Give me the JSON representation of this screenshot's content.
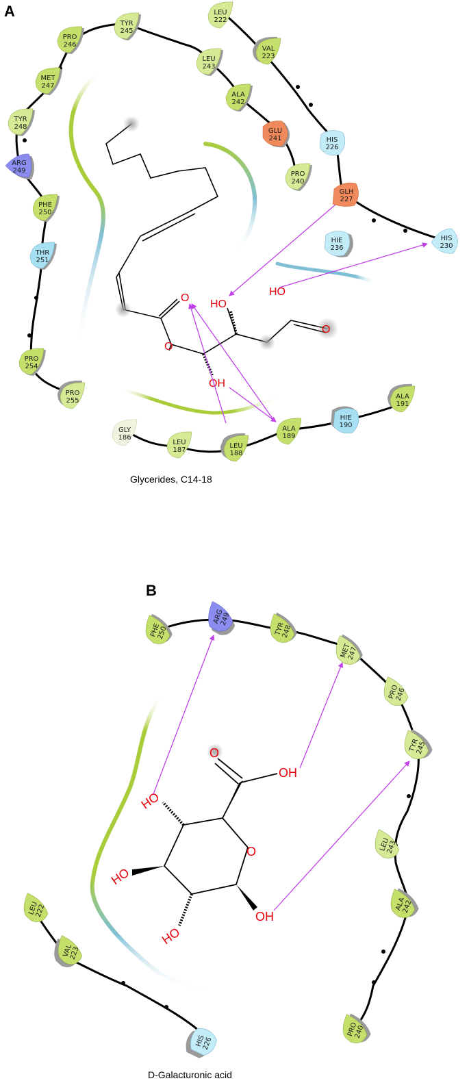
{
  "panels": [
    {
      "letter": "A",
      "caption": "Glycerides, C14-18",
      "residues": [
        {
          "name": "PRO",
          "num": "246",
          "color": "#c5e06a"
        },
        {
          "name": "TYR",
          "num": "245",
          "color": "#d6ea96"
        },
        {
          "name": "LEU",
          "num": "243",
          "color": "#d6ea96"
        },
        {
          "name": "MET",
          "num": "247",
          "color": "#c5e06a"
        },
        {
          "name": "ALA",
          "num": "242",
          "color": "#c5e06a"
        },
        {
          "name": "TYR",
          "num": "248",
          "color": "#d6ea96"
        },
        {
          "name": "ARG",
          "num": "249",
          "color": "#8a8cf0"
        },
        {
          "name": "PHE",
          "num": "250",
          "color": "#c5e06a"
        },
        {
          "name": "THR",
          "num": "251",
          "color": "#a6e0f2"
        },
        {
          "name": "PRO",
          "num": "254",
          "color": "#c5e06a"
        },
        {
          "name": "PRO",
          "num": "255",
          "color": "#d6ea96"
        },
        {
          "name": "LEU",
          "num": "222",
          "color": "#d6ea96"
        },
        {
          "name": "VAL",
          "num": "223",
          "color": "#c5e06a"
        },
        {
          "name": "GLU",
          "num": "241",
          "color": "#f08a5c"
        },
        {
          "name": "HIS",
          "num": "226",
          "color": "#c2ecf8"
        },
        {
          "name": "PRO",
          "num": "240",
          "color": "#d6ea96"
        },
        {
          "name": "GLH",
          "num": "227",
          "color": "#f08a5c"
        },
        {
          "name": "HIE",
          "num": "236",
          "color": "#c2ecf8"
        },
        {
          "name": "HIS",
          "num": "230",
          "color": "#c2ecf8"
        },
        {
          "name": "GLY",
          "num": "186",
          "color": "#f1f3df"
        },
        {
          "name": "LEU",
          "num": "187",
          "color": "#d6ea96"
        },
        {
          "name": "LEU",
          "num": "188",
          "color": "#c5e06a"
        },
        {
          "name": "ALA",
          "num": "189",
          "color": "#c5e06a"
        },
        {
          "name": "HIE",
          "num": "190",
          "color": "#a6e0f2"
        },
        {
          "name": "ALA",
          "num": "191",
          "color": "#c5e06a"
        }
      ],
      "atoms": [
        "O",
        "O",
        "HO",
        "HO",
        "O",
        "OH"
      ]
    },
    {
      "letter": "B",
      "caption": "D-Galacturonic acid",
      "residues": [
        {
          "name": "PHE",
          "num": "250",
          "color": "#c5e06a"
        },
        {
          "name": "ARG",
          "num": "249",
          "color": "#8a8cf0"
        },
        {
          "name": "TYR",
          "num": "248",
          "color": "#c5e06a"
        },
        {
          "name": "MET",
          "num": "247",
          "color": "#d6ea96"
        },
        {
          "name": "PRO",
          "num": "246",
          "color": "#d6ea96"
        },
        {
          "name": "TYR",
          "num": "245",
          "color": "#d6ea96"
        },
        {
          "name": "LEU",
          "num": "243",
          "color": "#d6ea96"
        },
        {
          "name": "ALA",
          "num": "242",
          "color": "#c5e06a"
        },
        {
          "name": "PRO",
          "num": "240",
          "color": "#c5e06a"
        },
        {
          "name": "LEU",
          "num": "222",
          "color": "#c5e06a"
        },
        {
          "name": "VAL",
          "num": "223",
          "color": "#c5e06a"
        },
        {
          "name": "HIS",
          "num": "226",
          "color": "#c2ecf8"
        }
      ],
      "atoms": [
        "O",
        "OH",
        "HO",
        "O",
        "HO",
        "HO",
        "OH"
      ]
    }
  ]
}
